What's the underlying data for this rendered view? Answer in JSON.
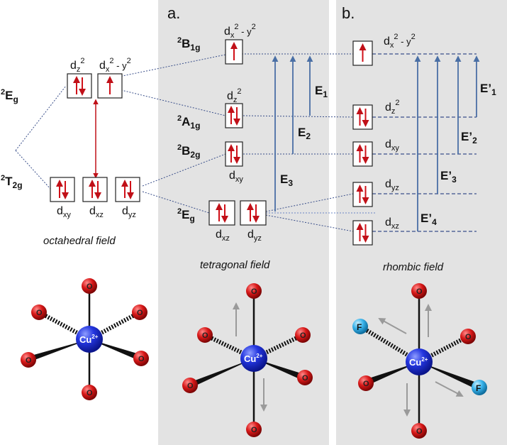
{
  "panels": {
    "a_label": "a.",
    "b_label": "b."
  },
  "field_names": {
    "octahedral": "octahedral field",
    "tetragonal": "tetragonal field",
    "rhombic": "rhombic field"
  },
  "octahedral": {
    "Eg": {
      "sup": "2",
      "main": "E",
      "sub": "g"
    },
    "T2g": {
      "sup": "2",
      "main": "T",
      "sub": "2g"
    },
    "dz2": {
      "base": "d",
      "sub": "z",
      "sup": "2"
    },
    "dx2y2": {
      "base": "d",
      "sub": "x",
      "sup1": "2",
      "mid": " - y",
      "sup2": "2"
    },
    "dxy": {
      "base": "d",
      "sub": "xy"
    },
    "dxz": {
      "base": "d",
      "sub": "xz"
    },
    "dyz": {
      "base": "d",
      "sub": "yz"
    }
  },
  "tetragonal": {
    "B1g": {
      "sup": "2",
      "main": "B",
      "sub": "1g"
    },
    "A1g": {
      "sup": "2",
      "main": "A",
      "sub": "1g"
    },
    "B2g": {
      "sup": "2",
      "main": "B",
      "sub": "2g"
    },
    "Eg": {
      "sup": "2",
      "main": "E",
      "sub": "g"
    },
    "dx2y2": {
      "base": "d",
      "sub": "x",
      "sup1": "2",
      "mid": " - y",
      "sup2": "2"
    },
    "dz2": {
      "base": "d",
      "sub": "z",
      "sup": "2"
    },
    "dxy": {
      "base": "d",
      "sub": "xy"
    },
    "dxz": {
      "base": "d",
      "sub": "xz"
    },
    "dyz": {
      "base": "d",
      "sub": "yz"
    }
  },
  "rhombic": {
    "dx2y2": {
      "base": "d",
      "sub": "x",
      "sup1": "2",
      "mid": " - y",
      "sup2": "2"
    },
    "dz2": {
      "base": "d",
      "sub": "z",
      "sup": "2"
    },
    "dxy": {
      "base": "d",
      "sub": "xy"
    },
    "dyz": {
      "base": "d",
      "sub": "yz"
    },
    "dxz": {
      "base": "d",
      "sub": "xz"
    }
  },
  "energies": {
    "E1": {
      "main": "E",
      "sub": "1"
    },
    "E2": {
      "main": "E",
      "sub": "2"
    },
    "E3": {
      "main": "E",
      "sub": "3"
    },
    "Ep1": {
      "main": "E’",
      "sub": "1"
    },
    "Ep2": {
      "main": "E’",
      "sub": "2"
    },
    "Ep3": {
      "main": "E’",
      "sub": "3"
    },
    "Ep4": {
      "main": "E’",
      "sub": "4"
    }
  },
  "molecules": {
    "metal": {
      "main": "Cu",
      "sup": "2+"
    },
    "oxygen": "O",
    "fluorine": "F"
  },
  "colors": {
    "panel_bg": "#e3e3e3",
    "electron": "#d01018",
    "energy_arrow": "#4a6fa5",
    "dashed_line": "#3a4f8a",
    "metal": "#1a2fd0",
    "oxygen": "#d61a1a",
    "fluorine": "#2aa5e0",
    "motion_arrow": "#9a9a9a"
  }
}
